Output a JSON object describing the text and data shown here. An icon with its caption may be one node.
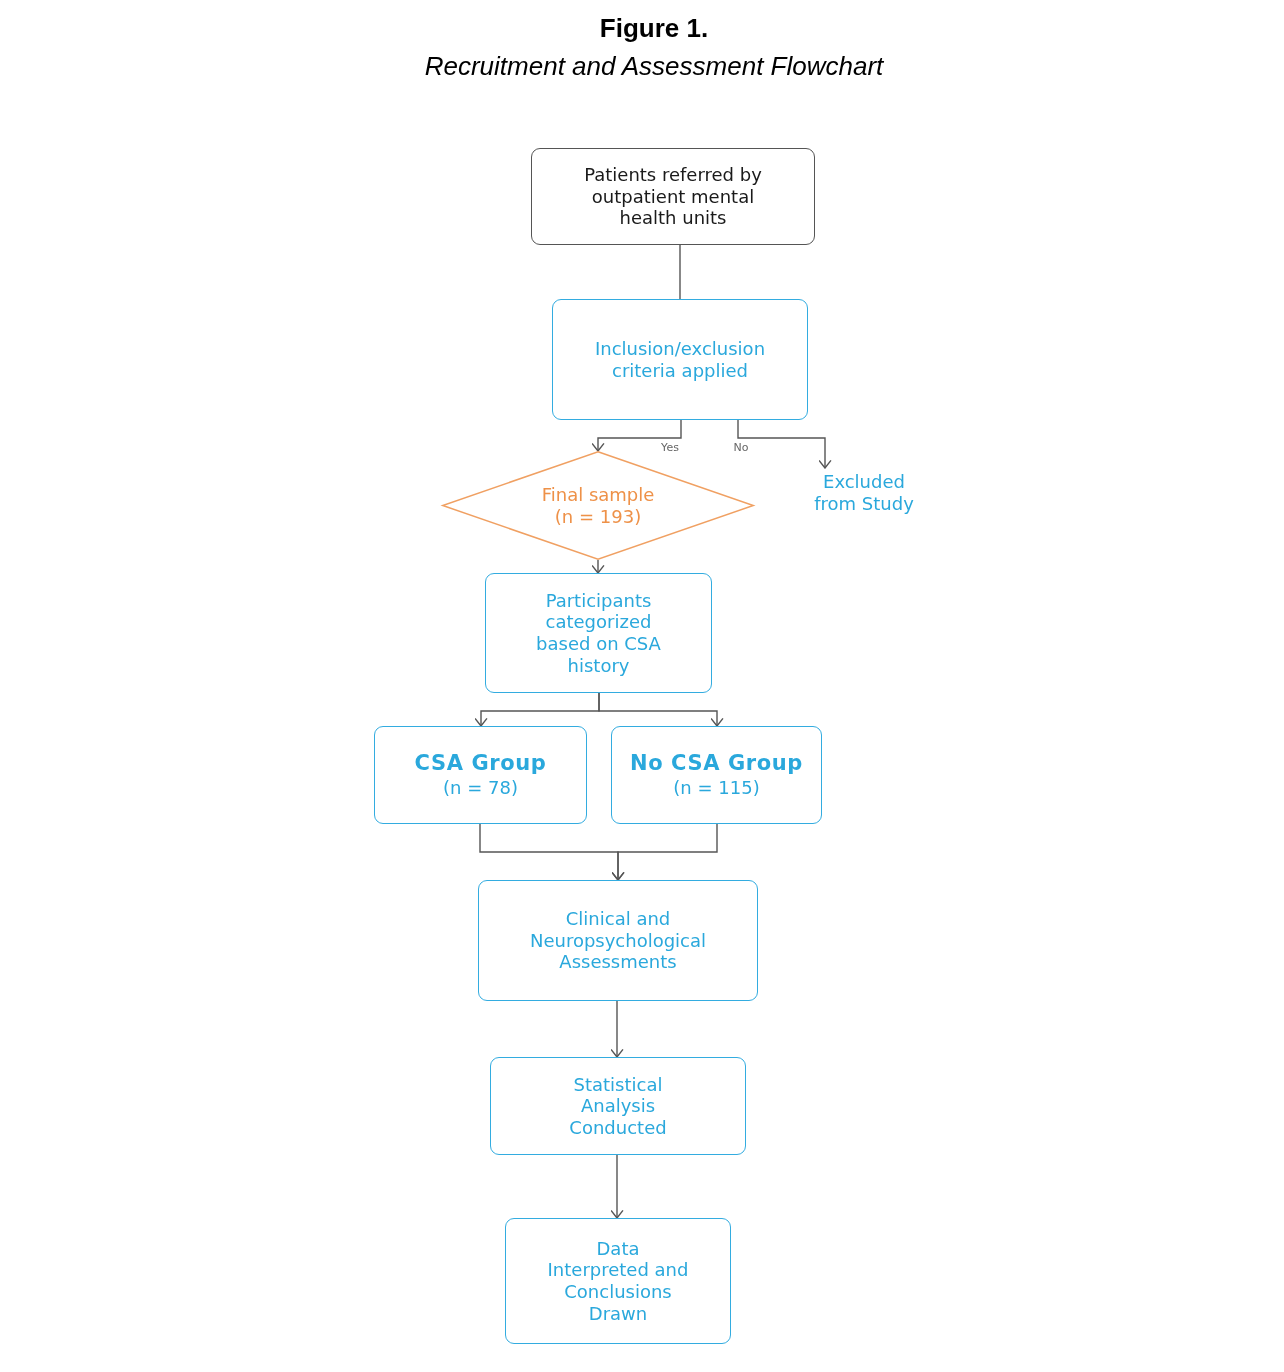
{
  "diagram": {
    "title": "Figure 1.",
    "caption": "Recruitment and Assessment Flowchart",
    "nodes": [
      {
        "text": [
          "Patients referred by outpatient mental health units"
        ]
      },
      {
        "text": [
          "Inclusion/exclusion criteria applied"
        ]
      },
      {
        "text": [
          "Final sample (n = 193)"
        ]
      },
      {
        "text": [
          "Excluded from Study"
        ]
      },
      {
        "text": [
          "Participants categorized based on CSA history"
        ]
      },
      {
        "text": [
          "CSA Group",
          "(n = 78)"
        ]
      },
      {
        "text": [
          "No CSA Group",
          "(n = 115)"
        ]
      },
      {
        "text": [
          "Clinical and Neuropsychological Assessments"
        ]
      },
      {
        "text": [
          "Statistical Analysis Conducted"
        ]
      },
      {
        "text": [
          "Data Interpreted and Conclusions Drawn"
        ]
      }
    ],
    "edges": [
      {
        "from": 0,
        "to": 1,
        "arrow": "none"
      },
      {
        "from": 1,
        "to": 2,
        "arrow": "to",
        "label": "Yes"
      },
      {
        "from": 1,
        "to": 3,
        "arrow": "to",
        "label": "No"
      },
      {
        "from": 2,
        "to": 4,
        "arrow": "to"
      },
      {
        "from": 4,
        "to": 5,
        "arrow": "to"
      },
      {
        "from": 4,
        "to": 6,
        "arrow": "to"
      },
      {
        "from": 5,
        "to": 7,
        "arrow": "to"
      },
      {
        "from": 6,
        "to": 7,
        "arrow": "to"
      },
      {
        "from": 7,
        "to": 8,
        "arrow": "to"
      },
      {
        "from": 8,
        "to": 9,
        "arrow": "to"
      }
    ]
  }
}
